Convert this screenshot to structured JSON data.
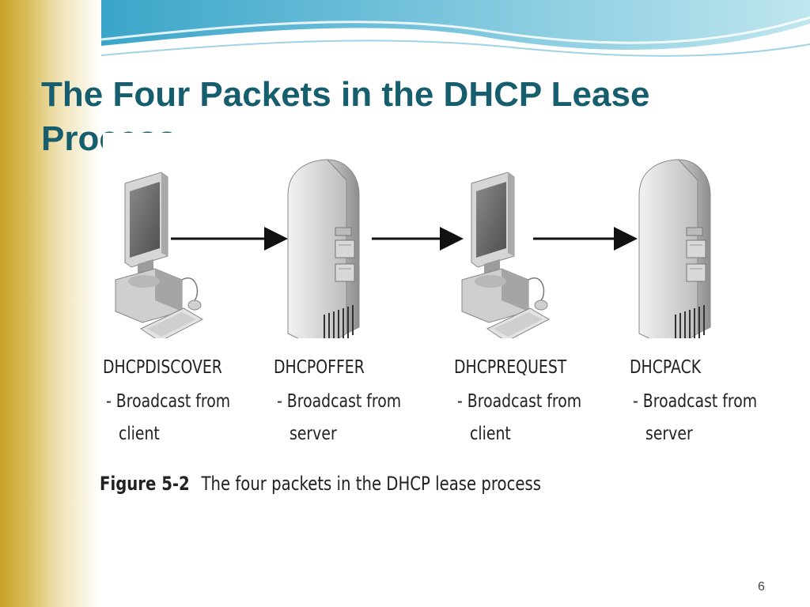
{
  "slide": {
    "title": "The Four Packets in the DHCP Lease Process",
    "page_number": "6"
  },
  "figure": {
    "caption_label": "Figure 5-2",
    "caption_text": "The four packets in the DHCP lease process",
    "steps": [
      {
        "packet": "DHCPDISCOVER",
        "line1": "- Broadcast from",
        "line2": "client",
        "device": "client-computer"
      },
      {
        "packet": "DHCPOFFER",
        "line1": "- Broadcast from",
        "line2": "server",
        "device": "server-tower"
      },
      {
        "packet": "DHCPREQUEST",
        "line1": "- Broadcast from",
        "line2": "client",
        "device": "client-computer"
      },
      {
        "packet": "DHCPACK",
        "line1": "- Broadcast from",
        "line2": "server",
        "device": "server-tower"
      }
    ]
  }
}
